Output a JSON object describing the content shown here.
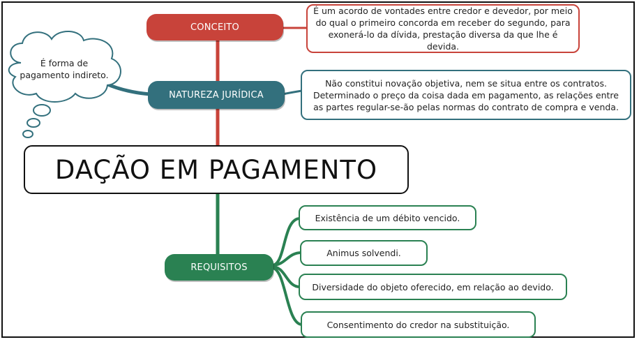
{
  "colors": {
    "conceito": "#c8433a",
    "natureza": "#33707d",
    "requisitos": "#2a8152",
    "outline": "#111111"
  },
  "title": "DAÇÃO EM PAGAMENTO",
  "conceito": {
    "label": "CONCEITO",
    "text": "É um acordo de vontades entre credor e devedor, por meio do qual o primeiro concorda em receber do segundo, para exonerá-lo da dívida, prestação diversa da que lhe é devida."
  },
  "natureza": {
    "label": "NATUREZA JURÍDICA",
    "text": "Não constitui novação objetiva, nem se situa entre os contratos. Determinado o preço da coisa dada em pagamento, as relações entre as partes regular-se-ão pelas normas do contrato de compra e venda.",
    "cloud": "É forma de pagamento indireto."
  },
  "requisitos": {
    "label": "REQUISITOS",
    "items": [
      "Existência de um débito vencido.",
      "Animus solvendi.",
      "Diversidade do objeto oferecido, em relação ao devido.",
      "Consentimento do credor na substituição."
    ]
  }
}
